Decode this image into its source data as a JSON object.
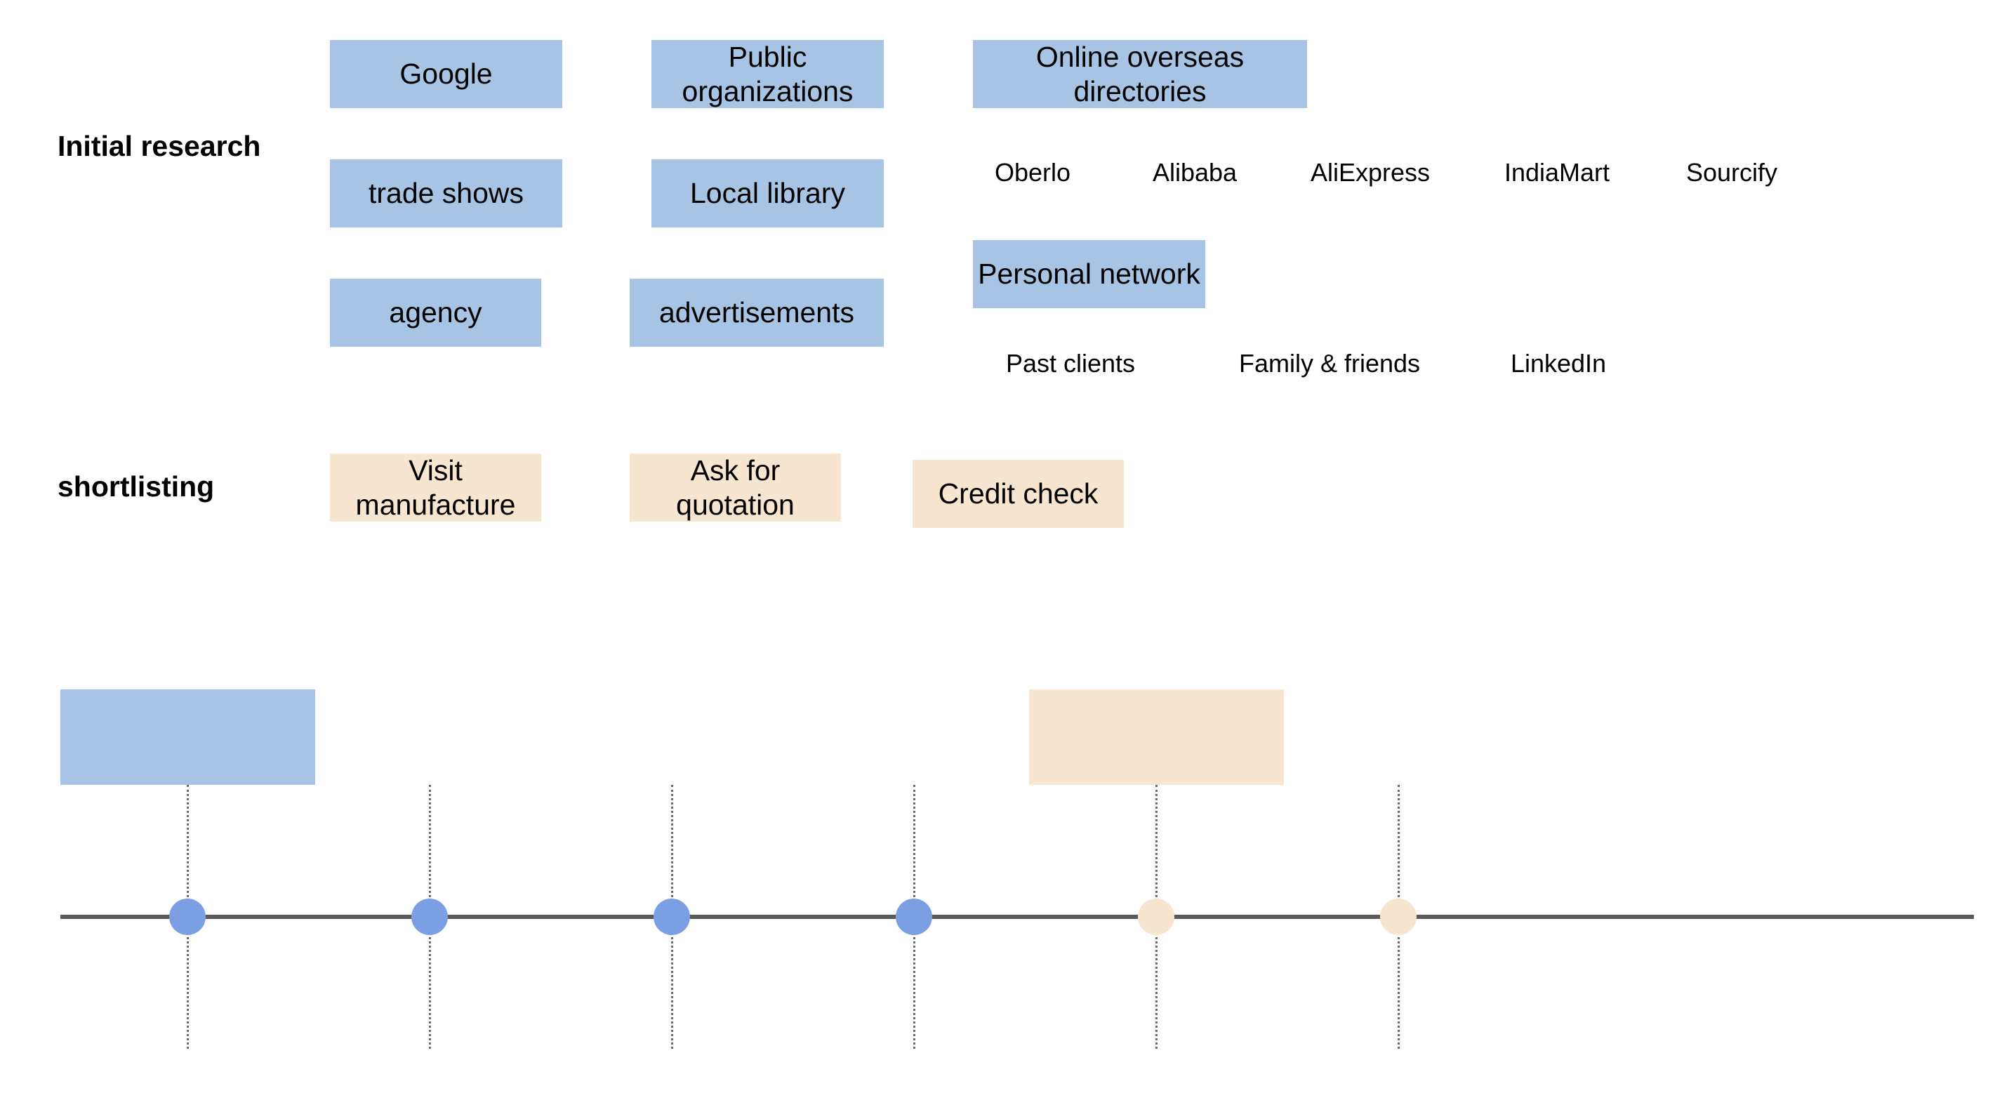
{
  "sections": {
    "initial_research": "Initial research",
    "shortlisting": "shortlisting"
  },
  "research_boxes": {
    "google": "Google",
    "public_orgs": "Public organizations",
    "online_dirs": "Online overseas directories",
    "trade_shows": "trade shows",
    "local_library": "Local library",
    "personal_network": "Personal network",
    "agency": "agency",
    "advertisements": "advertisements"
  },
  "directories": [
    "Oberlo",
    "Alibaba",
    "AliExpress",
    "IndiaMart",
    "Sourcify"
  ],
  "network_items": [
    "Past clients",
    "Family & friends",
    "LinkedIn"
  ],
  "shortlisting_boxes": {
    "visit": "Visit manufacture",
    "quotation": "Ask for quotation",
    "credit": "Credit check"
  },
  "timeline": {
    "milestones": [
      {
        "phase": "research",
        "color": "#7c9fe3"
      },
      {
        "phase": "research",
        "color": "#7c9fe3"
      },
      {
        "phase": "research",
        "color": "#7c9fe3"
      },
      {
        "phase": "research",
        "color": "#7c9fe3"
      },
      {
        "phase": "shortlisting",
        "color": "#f7e5cf"
      },
      {
        "phase": "shortlisting",
        "color": "#f7e5cf"
      }
    ],
    "line_color": "#595959"
  },
  "colors": {
    "research": "#a8c4e5",
    "shortlisting": "#f7e5cf"
  }
}
